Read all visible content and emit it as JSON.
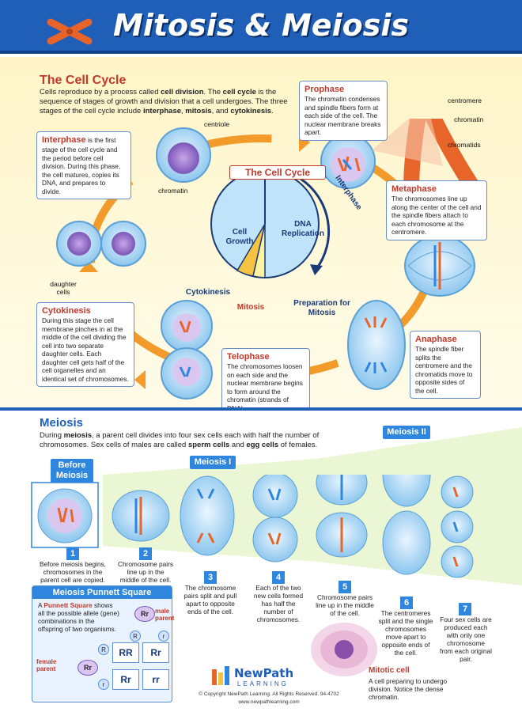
{
  "title": "Mitosis & Meiosis",
  "cell_cycle": {
    "heading": "The Cell Cycle",
    "intro_1": "Cells reproduce by a process called ",
    "intro_b1": "cell division",
    "intro_2": ". The ",
    "intro_b2": "cell cycle",
    "intro_3": " is the sequence of stages of growth and division that a cell undergoes. The three stages of the cell cycle include ",
    "intro_b3": "interphase",
    "intro_4": ", ",
    "intro_b4": "mitosis",
    "intro_5": ", and ",
    "intro_b5": "cytokinesis",
    "intro_6": ".",
    "center_title": "The Cell Cycle",
    "pie": {
      "cell_growth": "Cell Growth",
      "dna_replication": "DNA Replication",
      "interphase": "Interphase",
      "cytokinesis": "Cytokinesis",
      "mitosis": "Mitosis",
      "preparation": "Preparation for Mitosis"
    },
    "interphase": {
      "h": "Interphase",
      "t": " is the first stage of the cell cycle and the period before cell division. During this phase, the cell matures, copies its DNA, and prepares to divide."
    },
    "prophase": {
      "h": "Prophase",
      "t": "The chromatin condenses and spindle fibers form at each side of the cell. The nuclear membrane breaks apart."
    },
    "metaphase": {
      "h": "Metaphase",
      "t": "The chromosomes line up along the center of the cell and the spindle fibers attach to each chromosome at the centromere."
    },
    "anaphase": {
      "h": "Anaphase",
      "t": "The spindle fiber splits the centromere and the chromatids move to opposite sides of the cell."
    },
    "telophase": {
      "h": "Telophase",
      "t": "The chromosomes loosen on each side and the nuclear membrane begins to form around the chromatin (strands of DNA)."
    },
    "cytokinesis": {
      "h": "Cytokinesis",
      "t": "During this stage the cell membrane pinches in at the middle of the cell dividing the cell into two separate daughter cells. Each daughter cell gets half of the cell organelles and an identical set of chromosomes."
    },
    "labels": {
      "centriole": "centriole",
      "chromatin": "chromatin",
      "daughter_cells": "daughter cells",
      "centromere": "centromere",
      "chromatin2": "chromatin",
      "chromatids": "chromatids"
    }
  },
  "meiosis": {
    "heading": "Meiosis",
    "intro_1": "During ",
    "intro_b1": "meiosis",
    "intro_2": ", a parent cell divides into four sex cells each with half the number of chromosomes. Sex cells of males are called ",
    "intro_b2": "sperm cells",
    "intro_3": " and ",
    "intro_b3": "egg cells",
    "intro_4": " of females.",
    "before": "Before Meiosis",
    "meiosis1": "Meiosis I",
    "meiosis2": "Meiosis II",
    "steps": [
      {
        "n": "1",
        "t": "Before meiosis begins, chromosomes in the parent cell are copied."
      },
      {
        "n": "2",
        "t": "Chromosome pairs line up in the middle of the cell."
      },
      {
        "n": "3",
        "t": "The chromosome pairs split and pull apart to opposite ends of the cell."
      },
      {
        "n": "4",
        "t": "Each of the two new cells formed has half the number of chromosomes."
      },
      {
        "n": "5",
        "t": "Chromosome pairs line up in the middle of the cell."
      },
      {
        "n": "6",
        "t": "The centromeres split and the single chromosomes move apart to opposite ends of the cell."
      },
      {
        "n": "7",
        "t": "Four sex cells are produced each with only one chromosome from each original pair."
      }
    ],
    "mitotic": {
      "h": "Mitotic cell",
      "t": "A cell preparing to undergo division. Notice the dense chromatin."
    }
  },
  "punnett": {
    "heading": "Meiosis Punnett Square",
    "t1": "A ",
    "tb": "Punnett Square",
    "t2": " shows all the possible allele (gene) combinations in the offspring of two organisms.",
    "male": "male parent",
    "female": "female parent",
    "rr_male": "Rr",
    "rr_female": "Rr",
    "a_R": "R",
    "a_r": "r",
    "b_R": "R",
    "b_r": "r",
    "cells": [
      "RR",
      "Rr",
      "Rr",
      "rr"
    ]
  },
  "logo": {
    "brand1": "NewPath",
    "brand2": "Learning"
  },
  "copyright": "© Copyright NewPath Learning. All Rights Reserved. 94-4702",
  "url": "www.newpathlearning.com",
  "colors": {
    "header": "#1f5fb8",
    "accent_red": "#c0392b",
    "blue": "#2e86de"
  }
}
